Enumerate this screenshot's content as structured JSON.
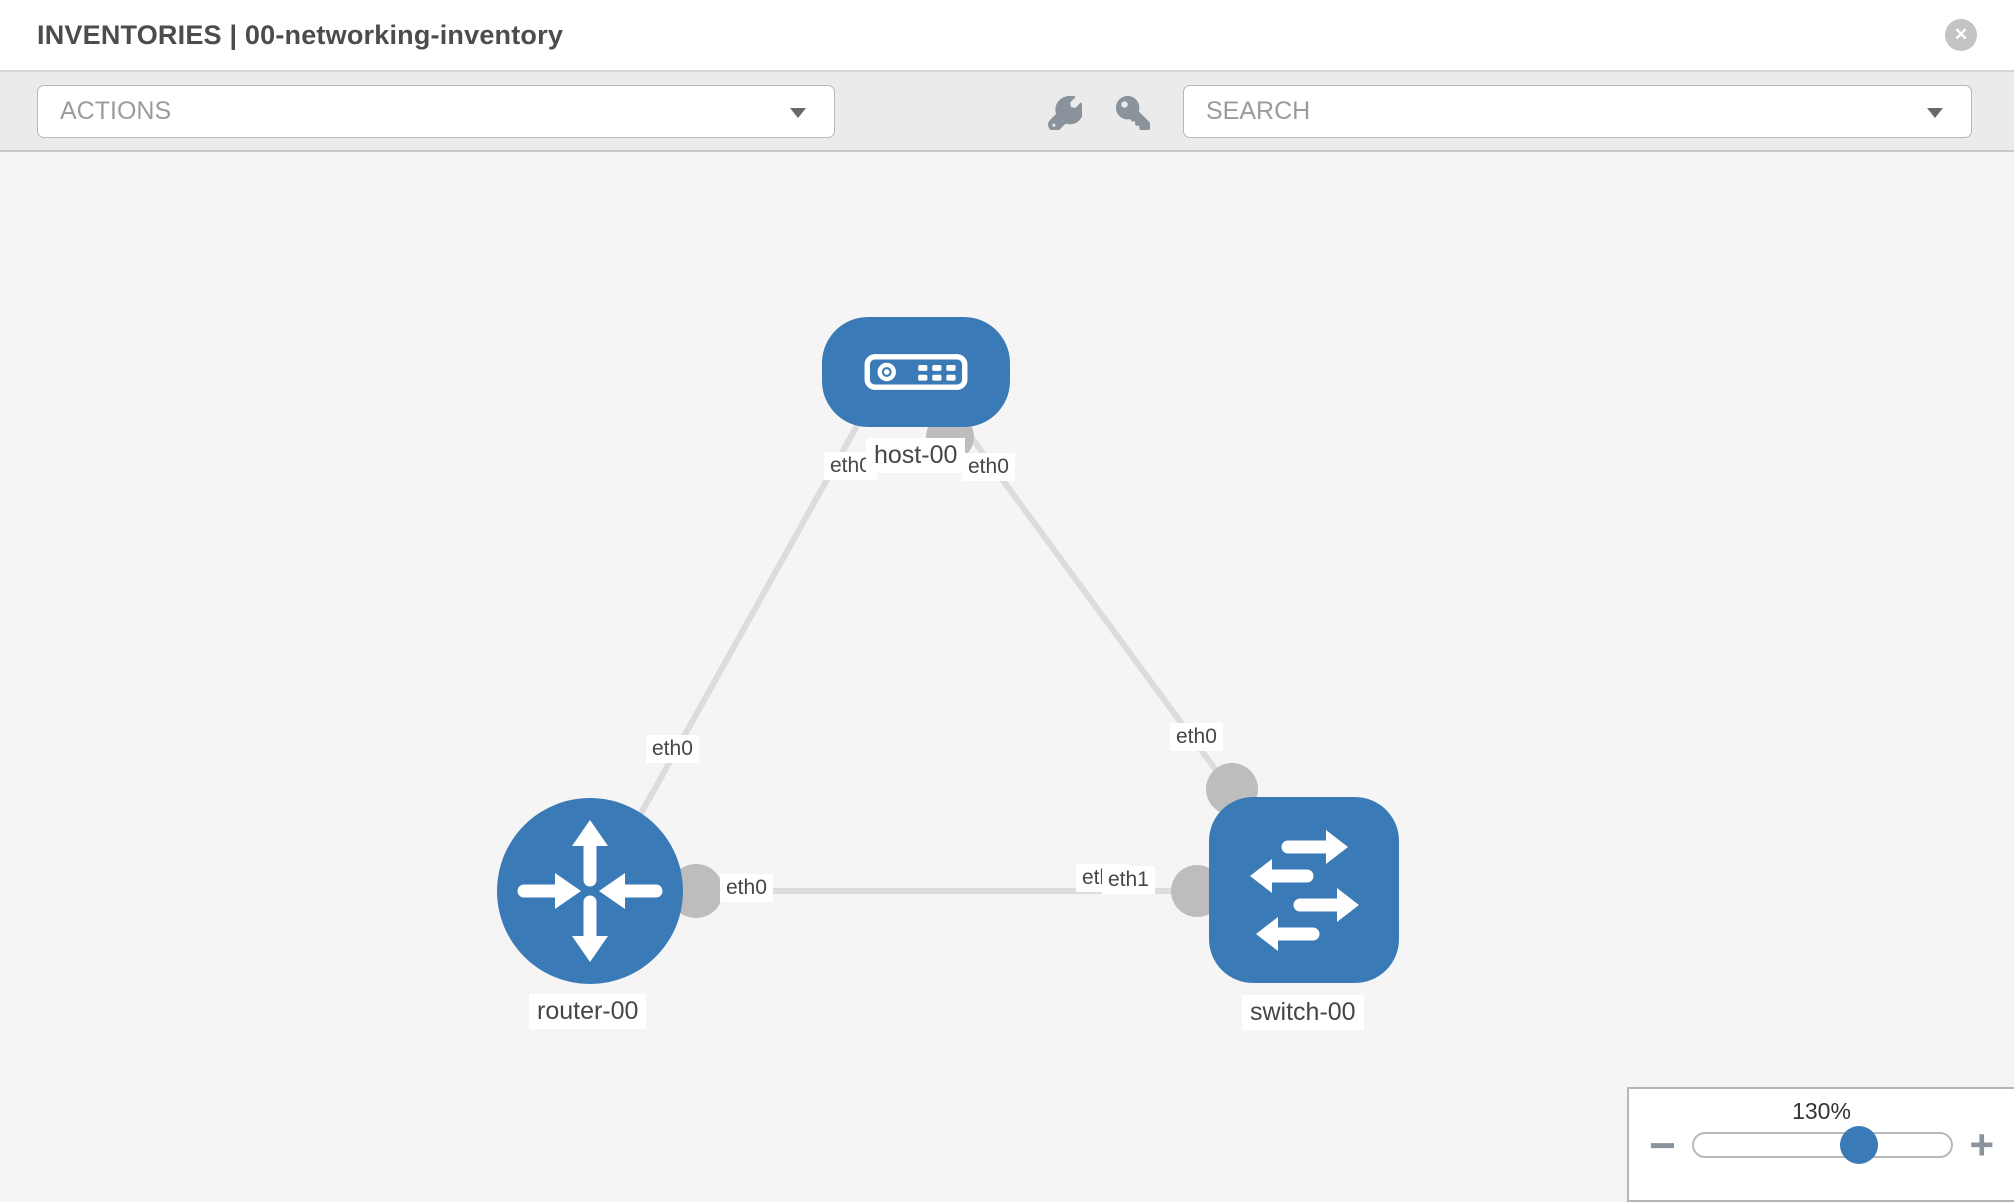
{
  "window": {
    "title": "INVENTORIES | 00-networking-inventory"
  },
  "header": {
    "close_glyph": "✕"
  },
  "toolbar": {
    "actions_label": "ACTIONS",
    "search_label": "SEARCH",
    "icons": [
      "wrench-icon",
      "key-icon"
    ]
  },
  "topology": {
    "nodes": [
      {
        "id": "host-00",
        "label": "host-00",
        "type": "host"
      },
      {
        "id": "router-00",
        "label": "router-00",
        "type": "router"
      },
      {
        "id": "switch-00",
        "label": "switch-00",
        "type": "switch"
      }
    ],
    "links": [
      {
        "from": "host-00",
        "from_interface": "eth0",
        "to": "router-00",
        "to_interface": "eth0"
      },
      {
        "from": "host-00",
        "from_interface": "eth0",
        "to": "switch-00",
        "to_interface": "eth0"
      },
      {
        "from": "router-00",
        "from_interface": "eth0",
        "to": "switch-00",
        "to_interface": "eth1"
      }
    ],
    "interface_labels": [
      {
        "text": "eth0",
        "position": "host-left"
      },
      {
        "text": "eth0",
        "position": "host-right"
      },
      {
        "text": "eth0",
        "position": "link-host-router-mid"
      },
      {
        "text": "eth0",
        "position": "link-host-switch-mid"
      },
      {
        "text": "eth0",
        "position": "router-right-port"
      },
      {
        "text": "eth0",
        "position": "switch-left-port-under"
      },
      {
        "text": "eth1",
        "position": "switch-left-port-over"
      }
    ]
  },
  "zoom_control": {
    "value": "130%",
    "minus_glyph": "−",
    "plus_glyph": "+",
    "thumb_percent": 64
  },
  "colors": {
    "node_blue": "#3a7ab7",
    "link_gray": "#dcdcdc",
    "port_gray": "#bdbdbd",
    "icon_gray": "#8a939b"
  }
}
